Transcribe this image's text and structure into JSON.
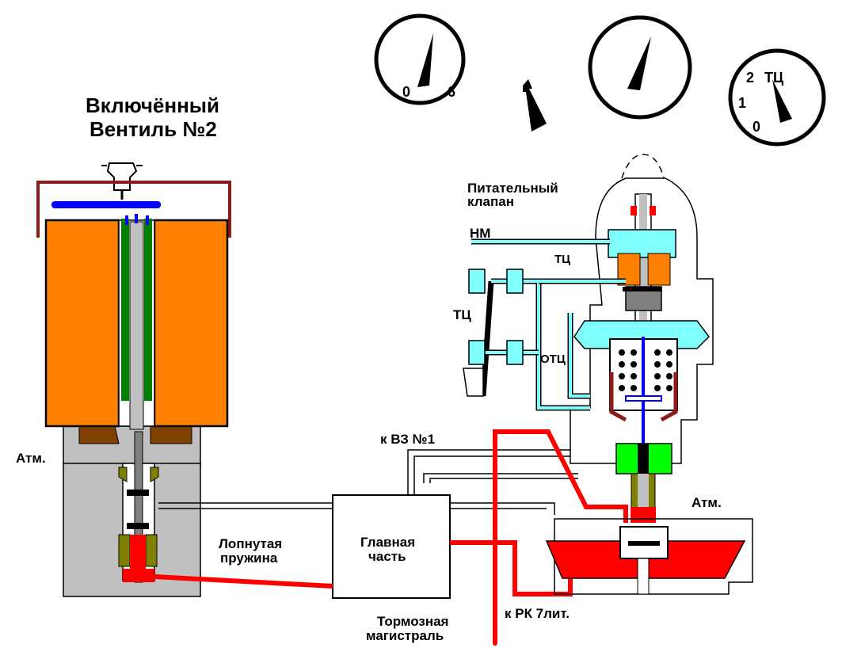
{
  "title": {
    "line1": "Включённый",
    "line2": "Вентиль №2"
  },
  "labels": {
    "atm_left": "Атм.",
    "atm_right": "Атм.",
    "broken_spring_1": "Лопнутая",
    "broken_spring_2": "пружина",
    "main_part_1": "Главная",
    "main_part_2": "часть",
    "brake_line_1": "Тормозная",
    "brake_line_2": "магистраль",
    "to_vz": "к ВЗ №1",
    "to_rk": "к РК 7лит.",
    "feed_valve_1": "Питательный",
    "feed_valve_2": "клапан",
    "nm": "НМ",
    "tc_small": "ТЦ",
    "tc_side": "ТЦ",
    "otc": "ОТЦ"
  },
  "gauges": {
    "left": {
      "min_label": "0",
      "max_label": "6"
    },
    "right": {
      "label_0": "0",
      "label_1": "1",
      "label_2": "2",
      "label_unit": "ТЦ"
    }
  },
  "colors": {
    "coil": "#ff8000",
    "armature_green": "#008000",
    "pressure_red": "#ff0000",
    "cyan": "#80ffff",
    "blue": "#0000ff",
    "housing_gray": "#c0c0c0",
    "brown": "#804000",
    "olive": "#808000",
    "lime": "#00ff00",
    "dark_red": "#8b1a1a"
  },
  "icons": [
    "connector-plug-icon",
    "gauge-needle-icon",
    "arrow-indicator-icon"
  ]
}
